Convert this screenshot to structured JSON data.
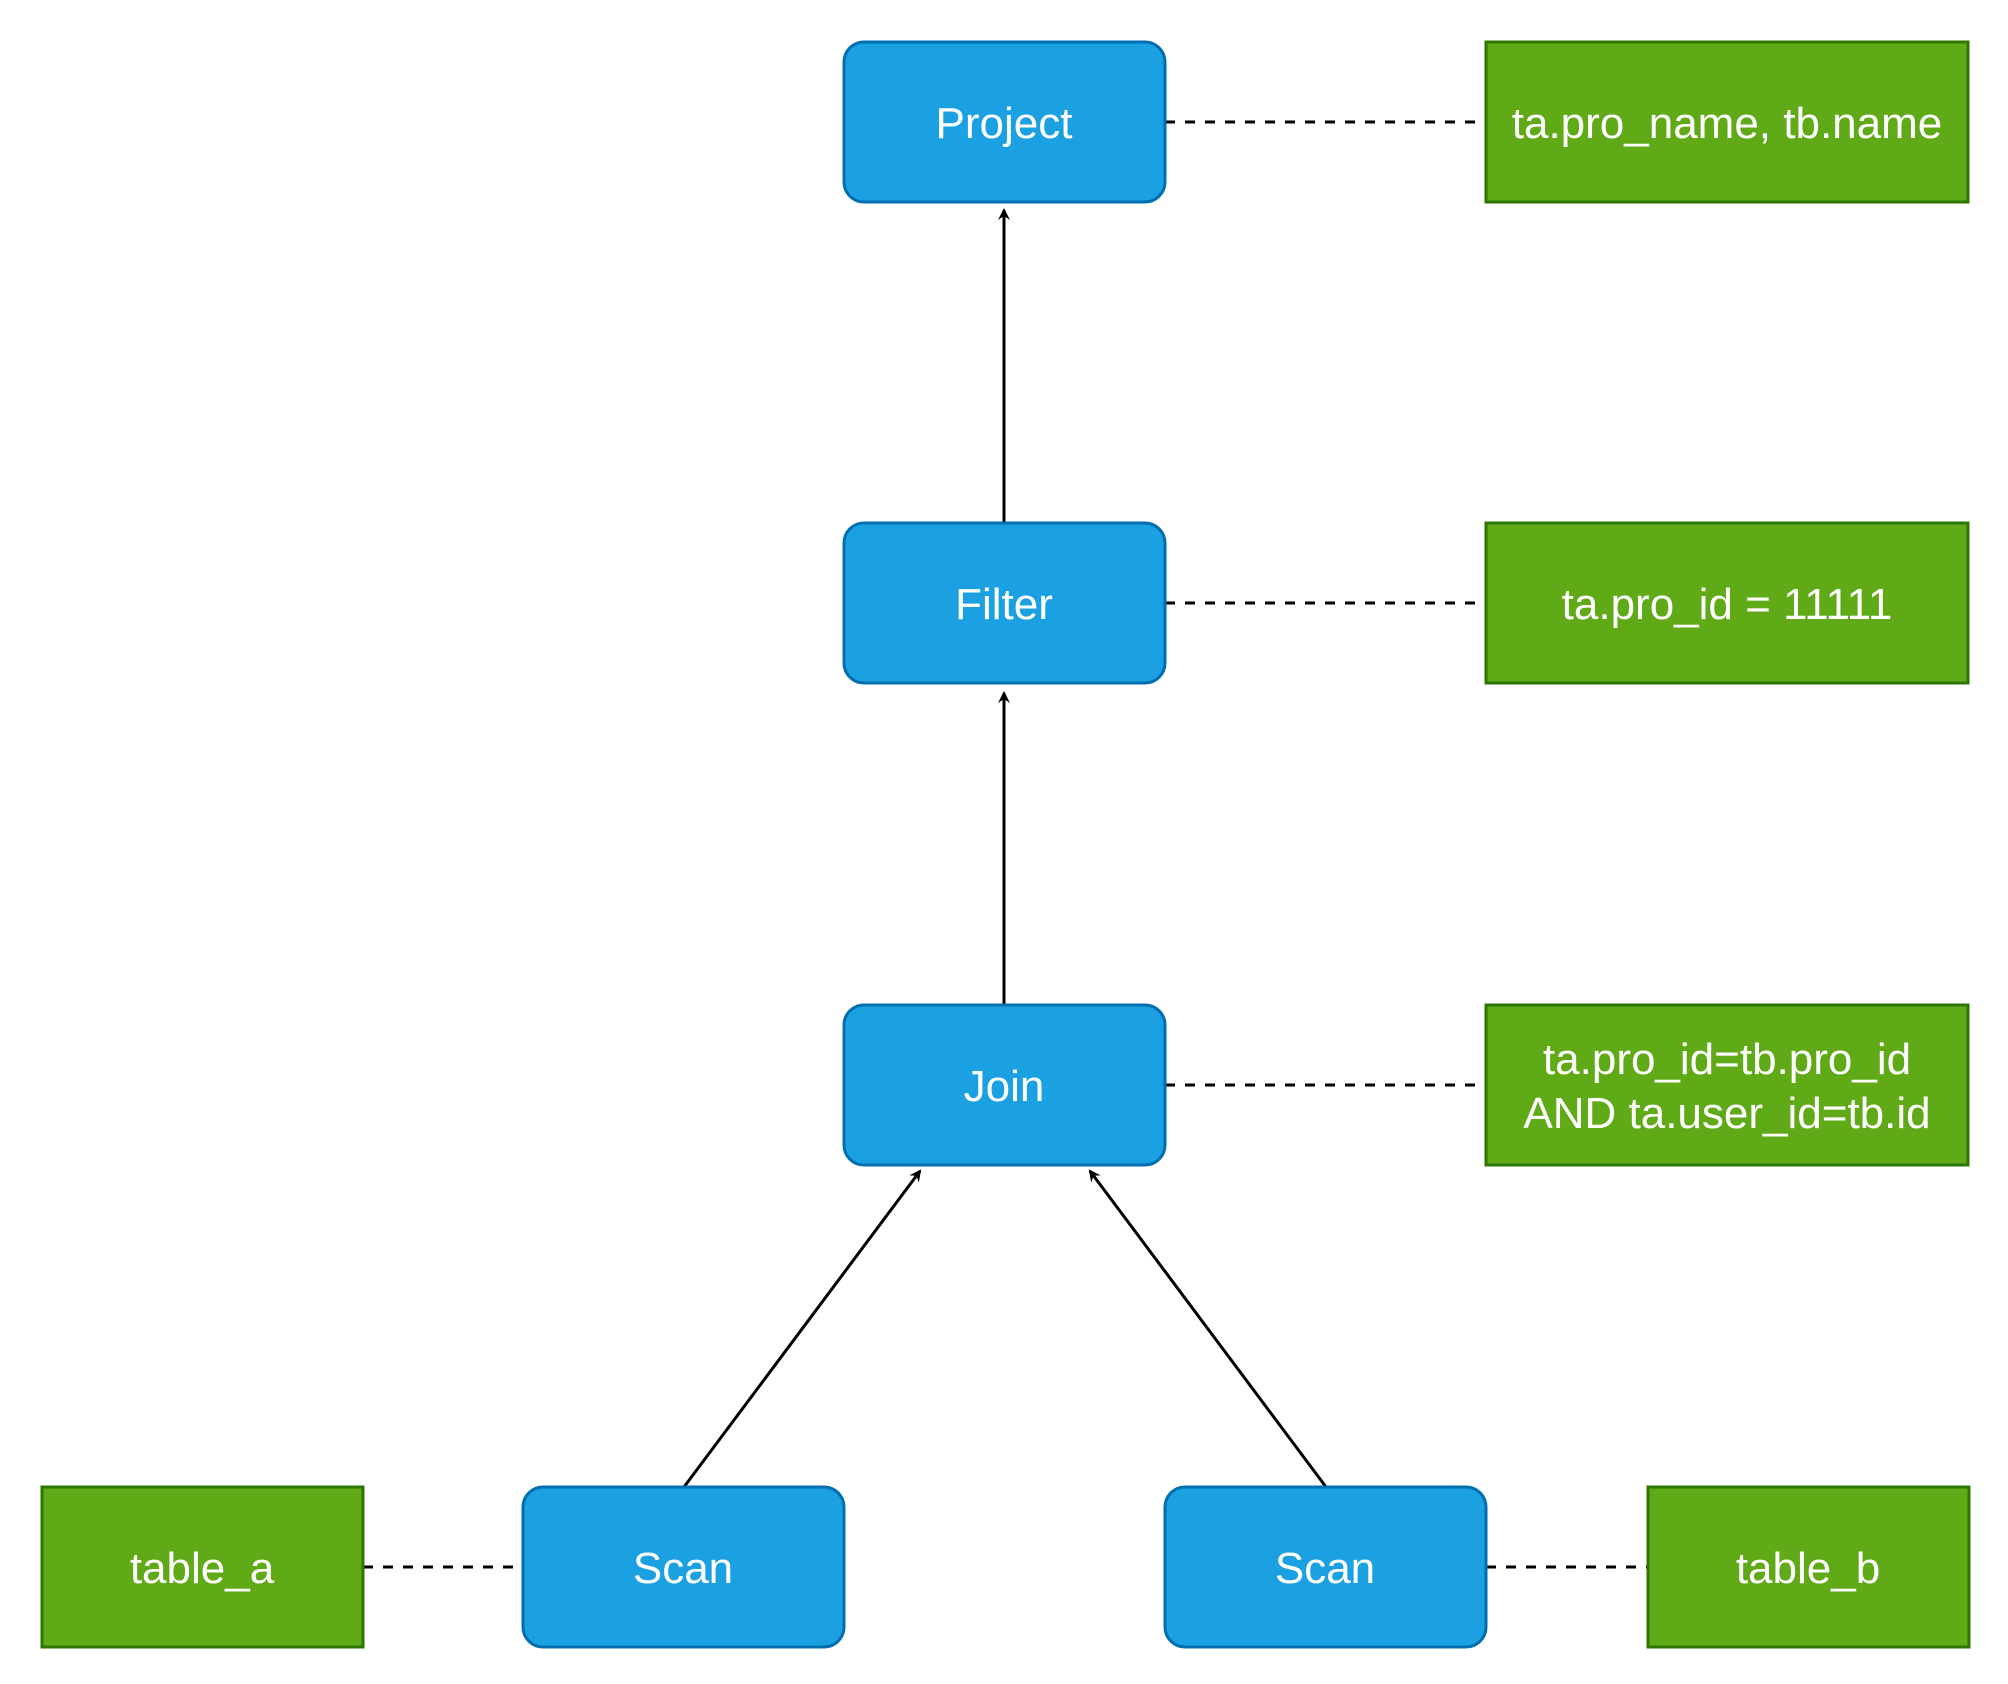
{
  "colors": {
    "operator_fill": "#1ba1e2",
    "operator_stroke": "#006eaf",
    "note_fill": "#60a917",
    "note_stroke": "#2d7600",
    "line": "#000000"
  },
  "operators": {
    "project": "Project",
    "filter": "Filter",
    "join": "Join",
    "scan_left": "Scan",
    "scan_right": "Scan"
  },
  "notes": {
    "project": "ta.pro_name, tb.name",
    "filter": "ta.pro_id = 11111",
    "join_line1": "ta.pro_id=tb.pro_id",
    "join_line2": "AND ta.user_id=tb.id",
    "table_a": "table_a",
    "table_b": "table_b"
  }
}
